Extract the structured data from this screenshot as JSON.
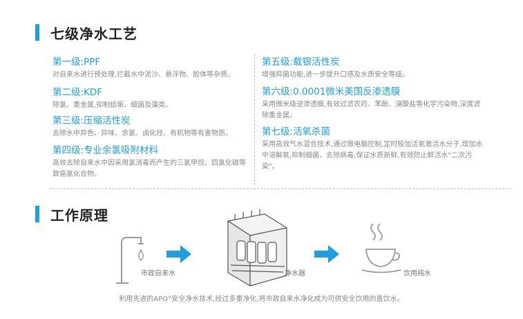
{
  "sections": {
    "stages_title": "七级净水工艺",
    "principle_title": "工作原理"
  },
  "stages": [
    {
      "title": "第一级:PPF",
      "desc": "对自来水进行预处理,拦截水中泥沙、悬浮物、胶体等杂质。"
    },
    {
      "title": "第二级:KDF",
      "desc": "除氯、重金属,抑制结垢、细菌及藻类。"
    },
    {
      "title": "第三级:压缩活性炭",
      "desc": "去除水中异色、异味、余氯、卤化烃、有机物等有害物质。"
    },
    {
      "title": "第四级:专业余氯吸附材料",
      "desc": "高效去除自来水中因采用氯消毒而产生的三氯甲烷、四氯化碳等致癌氯化合物。"
    },
    {
      "title": "第五级:载银活性炭",
      "desc": "增强抑菌功能,进一步提升口感及水质安全等级。"
    },
    {
      "title": "第六级:0.0001微米美国反渗透膜",
      "desc": "采用微米级逆渗透膜,有效过滤农药、苯酚、溴酸盐等化学污染物,深度滤除重金属。"
    },
    {
      "title": "第七级:活氧杀菌",
      "desc": "采用高效气水混合技术,通过微电脑控制,定时投加活氧激活水分子,增加水中溶解氧,抑制细菌、去除病毒,保证水质新鲜,有效防止鲜活水\"二次污染\"。"
    }
  ],
  "diagram": {
    "tap_label": "市政自来水",
    "purifier_label": "净水器",
    "cup_label": "饮用纯水",
    "accent_color": "#1e9fe0"
  },
  "caption": "利用先进的APO°安全净水技术,经过多重净化,将市政自来水净化成为可供安全饮用的直饮水。"
}
